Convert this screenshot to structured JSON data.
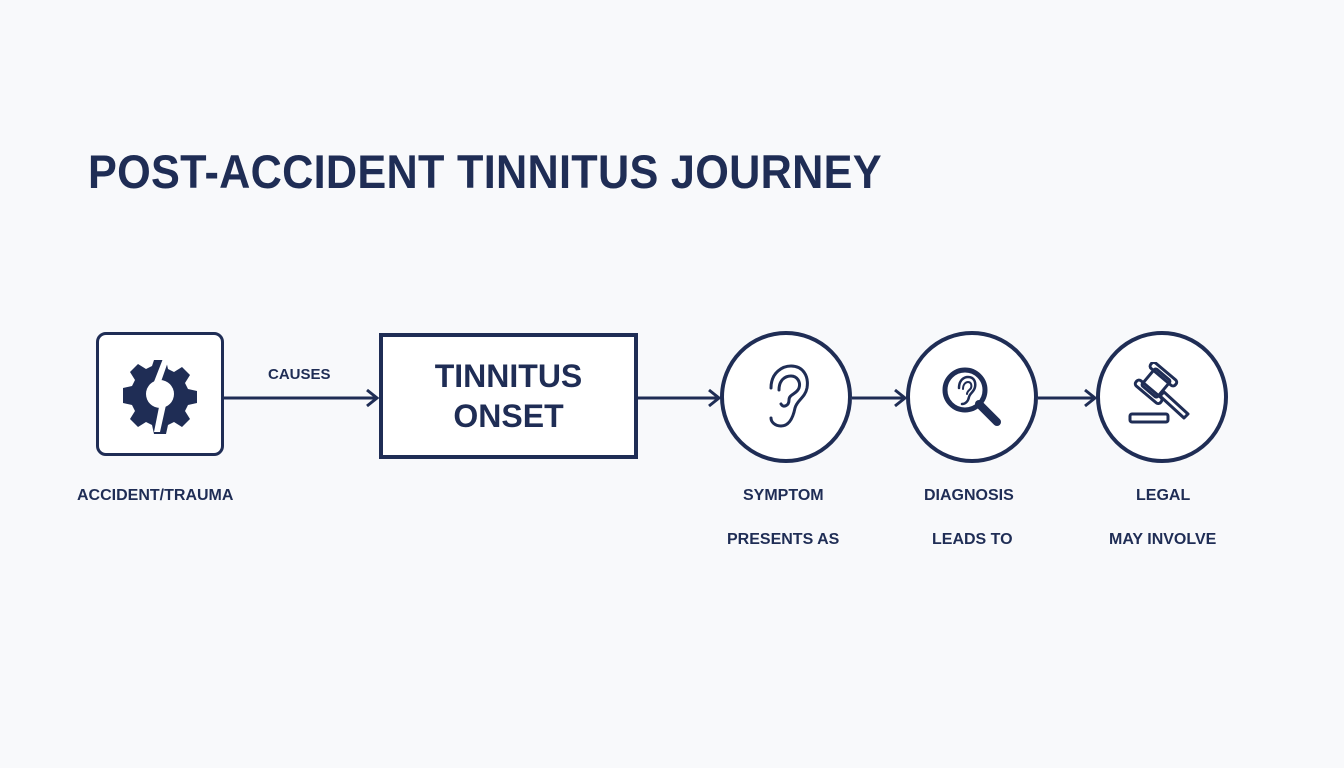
{
  "title": "POST-ACCIDENT TINNITUS JOURNEY",
  "colors": {
    "primary": "#1f2d55",
    "background": "#f8f9fb"
  },
  "nodes": [
    {
      "id": "accident",
      "shape": "rounded-square",
      "icon": "broken-gear-icon",
      "label": "ACCIDENT/TRAUMA"
    },
    {
      "id": "onset",
      "shape": "rectangle",
      "text_line1": "TINNITUS",
      "text_line2": "ONSET"
    },
    {
      "id": "symptom",
      "shape": "circle",
      "icon": "ear-icon",
      "label": "SYMPTOM",
      "sublabel": "PRESENTS AS"
    },
    {
      "id": "diagnosis",
      "shape": "circle",
      "icon": "magnifier-ear-icon",
      "label": "DIAGNOSIS",
      "sublabel": "LEADS TO"
    },
    {
      "id": "legal",
      "shape": "circle",
      "icon": "gavel-icon",
      "label": "LEGAL",
      "sublabel": "MAY INVOLVE"
    }
  ],
  "edges": [
    {
      "from": "accident",
      "to": "onset",
      "label": "CAUSES"
    },
    {
      "from": "onset",
      "to": "symptom",
      "label": ""
    },
    {
      "from": "symptom",
      "to": "diagnosis",
      "label": ""
    },
    {
      "from": "diagnosis",
      "to": "legal",
      "label": ""
    }
  ]
}
